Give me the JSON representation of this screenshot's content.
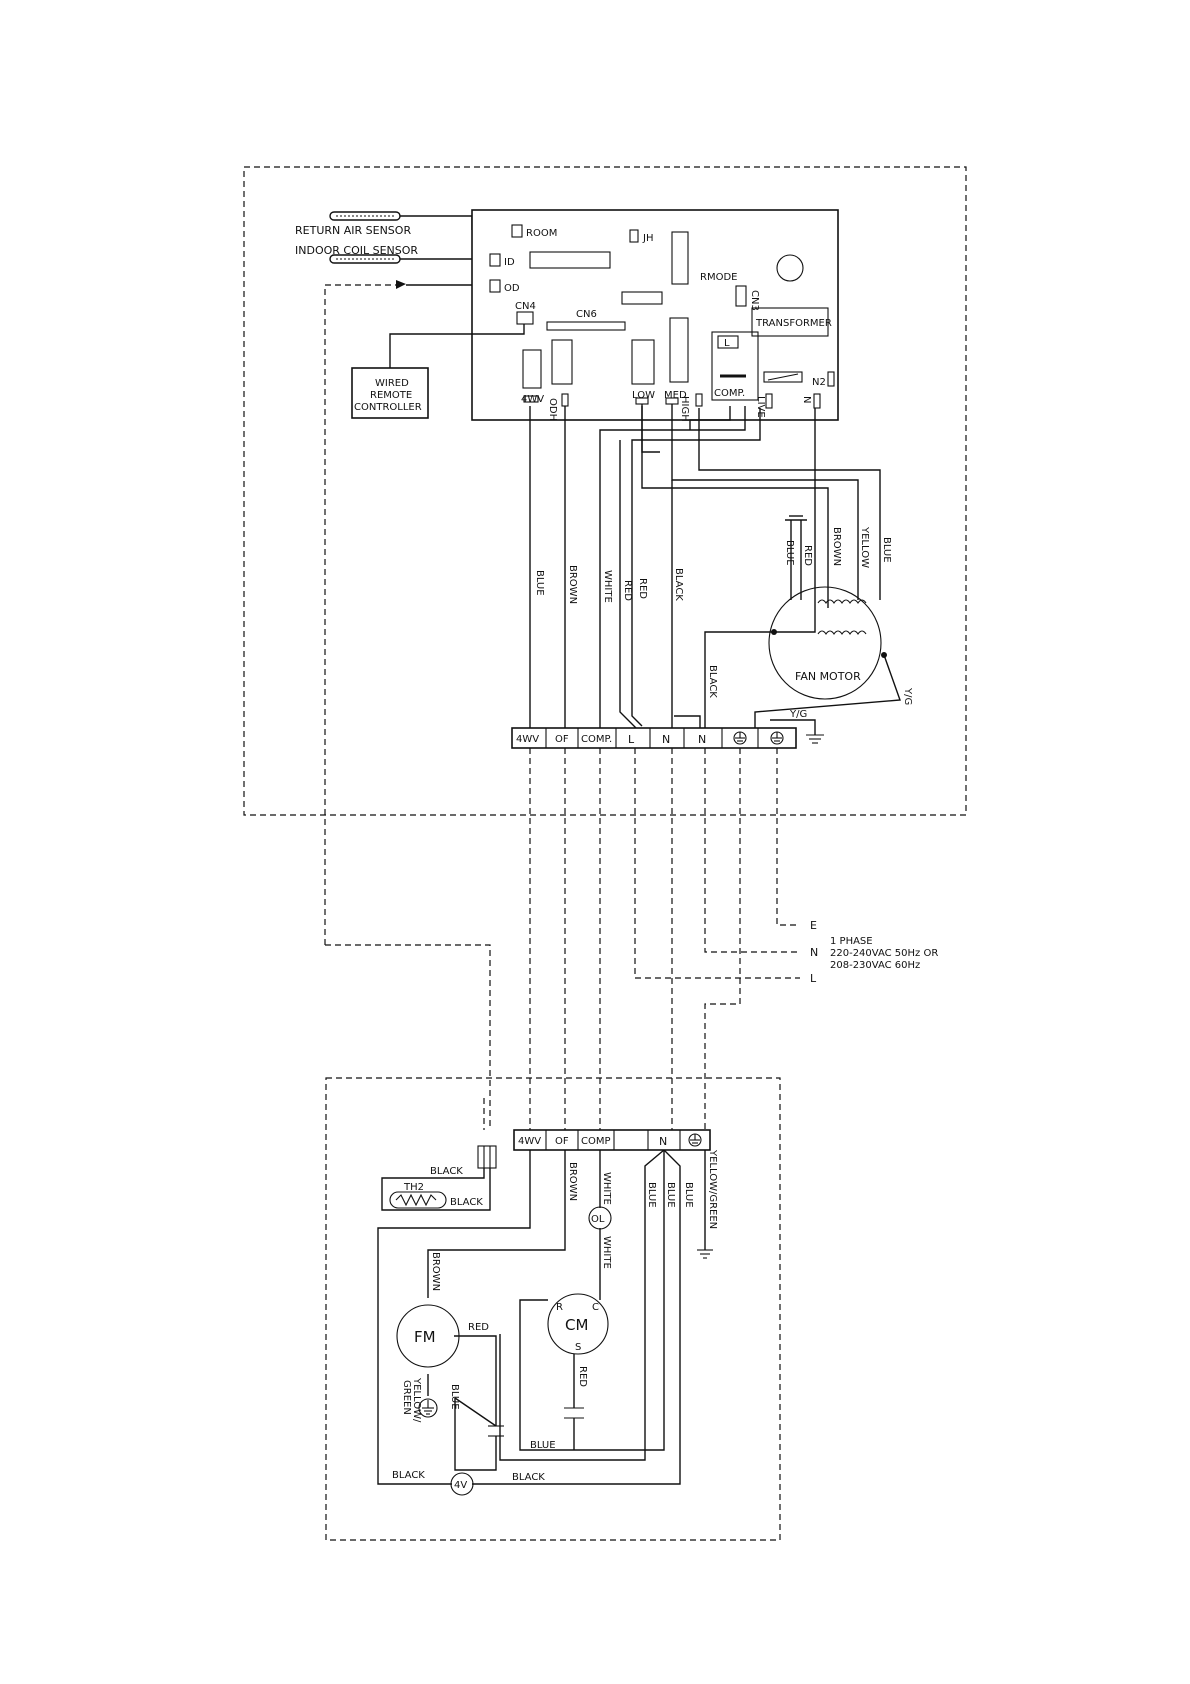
{
  "indoor": {
    "sensors": {
      "return_air": "RETURN AIR SENSOR",
      "indoor_coil": "INDOOR COIL SENSOR"
    },
    "board": {
      "room": "ROOM",
      "id": "ID",
      "od": "OD",
      "jh": "JH",
      "rmode": "RMODE",
      "cn3": "CN3",
      "cn4": "CN4",
      "cn6": "CN6",
      "transformer": "TRANSFORMER",
      "n2": "N2",
      "relay_l": "L",
      "relay_comp": "COMP.",
      "out_4wv": "4WV",
      "out_odh": "ODH",
      "out_low": "LOW",
      "out_med": "MED",
      "out_high": "HIGH",
      "out_live": "LIVE",
      "out_n": "N"
    },
    "remote": {
      "line1": "WIRED",
      "line2": "REMOTE",
      "line3": "CONTROLLER"
    },
    "wires": {
      "blue": "BLUE",
      "brown": "BROWN",
      "white": "WHITE",
      "red": "RED",
      "black": "BLACK",
      "yellow": "YELLOW"
    },
    "fan_motor": "FAN MOTOR",
    "yg": "Y/G",
    "terminal": [
      "4WV",
      "OF",
      "COMP.",
      "L",
      "N",
      "N"
    ]
  },
  "supply": {
    "e": "E",
    "n": "N",
    "l": "L",
    "line1": "1 PHASE",
    "line2": "220-240VAC  50Hz OR",
    "line3": "208-230VAC  60Hz"
  },
  "outdoor": {
    "terminal": [
      "4WV",
      "OF",
      "COMP",
      "",
      "N"
    ],
    "th2": "TH2",
    "black": "BLACK",
    "brown": "BROWN",
    "white": "WHITE",
    "blue": "BLUE",
    "red": "RED",
    "yellow_green": "YELLOW/GREEN",
    "ol": "OL",
    "cm": "CM",
    "cm_r": "R",
    "cm_c": "C",
    "cm_s": "S",
    "fm": "FM",
    "fm_yg1": "YELLOW/",
    "fm_yg2": "GREEN",
    "v4": "4V"
  }
}
